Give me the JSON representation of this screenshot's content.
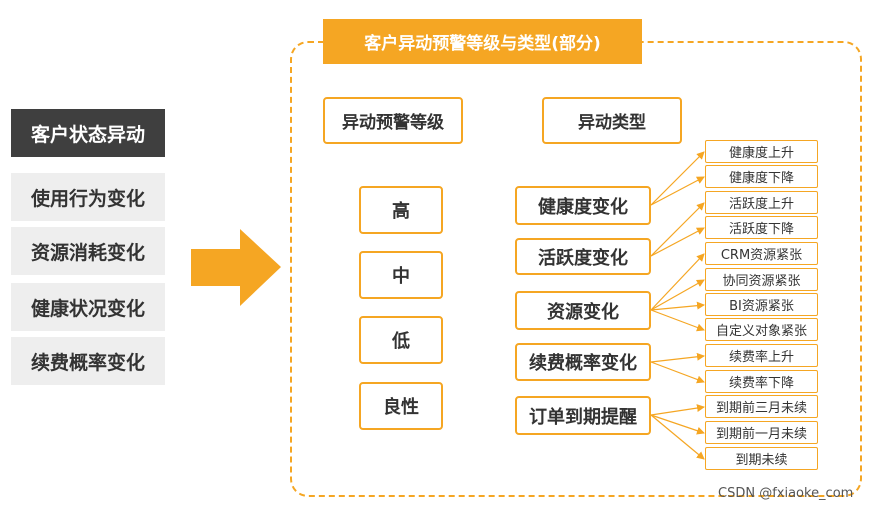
{
  "left_panel": {
    "title": "客户状态异动",
    "items": [
      "使用行为变化",
      "资源消耗变化",
      "健康状况变化",
      "续费概率变化"
    ]
  },
  "banner": {
    "text": "客户异动预警等级与类型(部分)"
  },
  "levels": {
    "header": "异动预警等级",
    "items": [
      "高",
      "中",
      "低",
      "良性"
    ]
  },
  "types": {
    "header": "异动类型",
    "categories": [
      {
        "label": "健康度变化",
        "children": [
          "健康度上升",
          "健康度下降"
        ]
      },
      {
        "label": "活跃度变化",
        "children": [
          "活跃度上升",
          "活跃度下降"
        ]
      },
      {
        "label": "资源变化",
        "children": [
          "CRM资源紧张",
          "协同资源紧张",
          "BI资源紧张",
          "自定义对象紧张"
        ]
      },
      {
        "label": "续费概率变化",
        "children": [
          "续费率上升",
          "续费率下降"
        ]
      },
      {
        "label": "订单到期提醒",
        "children": [
          "到期前三月未续",
          "到期前一月未续",
          "到期未续"
        ]
      }
    ]
  },
  "watermark": "CSDN @fxiaoke_com",
  "colors": {
    "accent": "#f5a623",
    "dark": "#3f3f3f",
    "light_gray": "#eeeeee"
  }
}
